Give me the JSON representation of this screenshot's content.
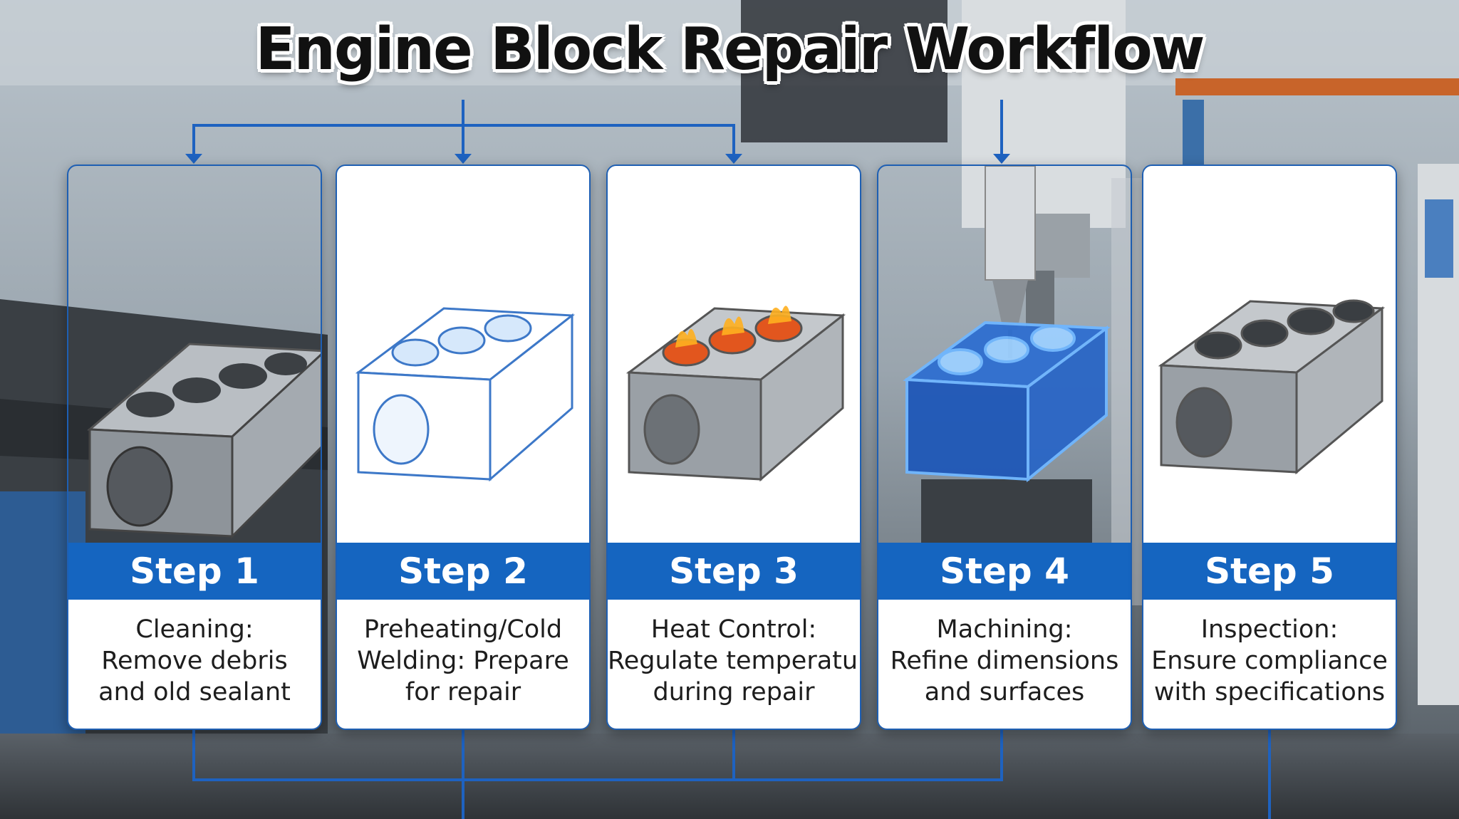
{
  "title": "Engine Block Repair Workflow",
  "accent_color": "#1565c0",
  "steps": [
    {
      "label": "Step 1",
      "lines": [
        "Cleaning:",
        "Remove debris",
        "and old sealant"
      ],
      "icon": "engine-block-photo-icon",
      "style": "photo"
    },
    {
      "label": "Step 2",
      "lines": [
        "Preheating/Cold",
        "Welding: Prepare",
        "for repair"
      ],
      "icon": "engine-block-outline-icon",
      "style": "light"
    },
    {
      "label": "Step 3",
      "lines": [
        "Heat Control:",
        "Regulate temperature",
        "during repair"
      ],
      "icon": "engine-block-flames-icon",
      "style": "light"
    },
    {
      "label": "Step 4",
      "lines": [
        "Machining:",
        "Refine dimensions",
        "and surfaces"
      ],
      "icon": "engine-block-milling-icon",
      "style": "photo"
    },
    {
      "label": "Step 5",
      "lines": [
        "Inspection:",
        "Ensure compliance",
        "with specifications"
      ],
      "icon": "engine-block-inspected-icon",
      "style": "light"
    }
  ]
}
